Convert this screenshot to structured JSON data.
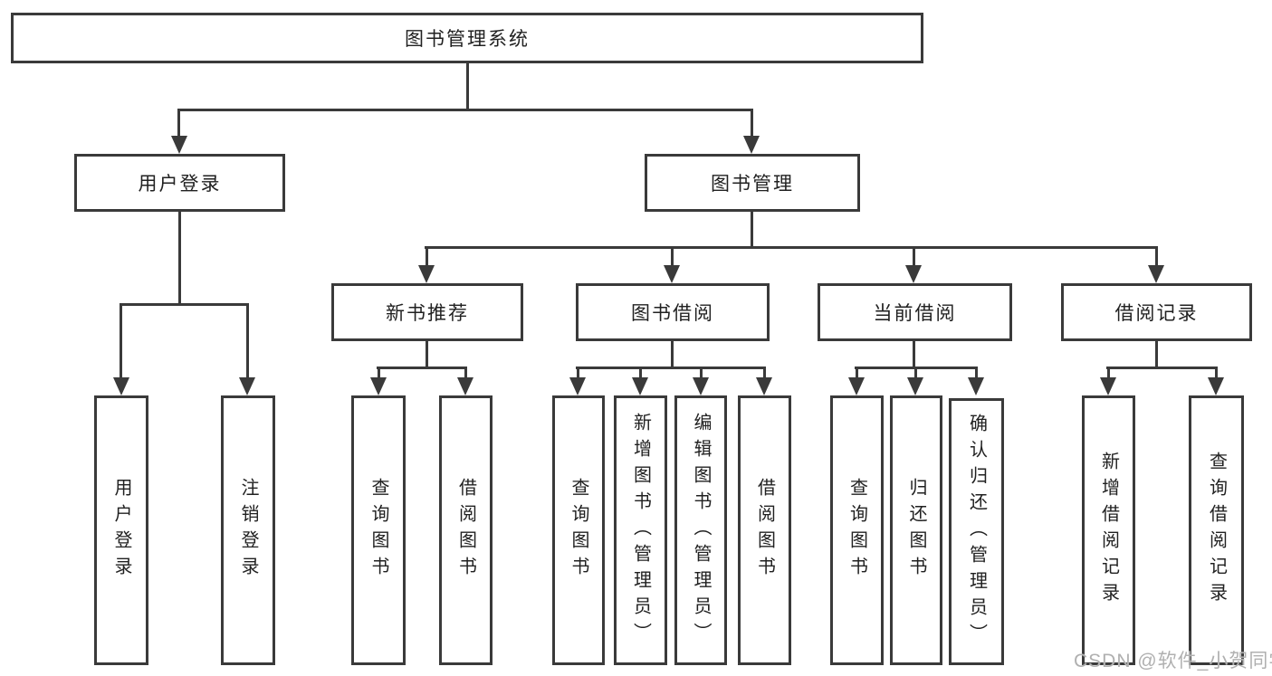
{
  "watermark": {
    "text": "CSDN @软件_小贺同学",
    "color": "#b0b0b0"
  },
  "style": {
    "line_color": "#3a3a3a",
    "box_fill": "#ffffff",
    "text_color": "#212121",
    "background": "#ffffff"
  },
  "tree": {
    "root": {
      "label": "图书管理系统"
    },
    "level2": [
      {
        "label": "用户登录"
      },
      {
        "label": "图书管理"
      }
    ],
    "level3": [
      {
        "label": "新书推荐",
        "parent": "图书管理"
      },
      {
        "label": "图书借阅",
        "parent": "图书管理"
      },
      {
        "label": "当前借阅",
        "parent": "图书管理"
      },
      {
        "label": "借阅记录",
        "parent": "图书管理"
      }
    ],
    "leaves": [
      {
        "label": "用户登录",
        "parent": "用户登录"
      },
      {
        "label": "注销登录",
        "parent": "用户登录"
      },
      {
        "label": "查询图书",
        "parent": "新书推荐"
      },
      {
        "label": "借阅图书",
        "parent": "新书推荐"
      },
      {
        "label": "查询图书",
        "parent": "图书借阅"
      },
      {
        "label": "新增图书（管理员）",
        "parent": "图书借阅"
      },
      {
        "label": "编辑图书（管理员）",
        "parent": "图书借阅"
      },
      {
        "label": "借阅图书",
        "parent": "图书借阅"
      },
      {
        "label": "查询图书",
        "parent": "当前借阅"
      },
      {
        "label": "归还图书",
        "parent": "当前借阅"
      },
      {
        "label": "确认归还（管理员）",
        "parent": "当前借阅"
      },
      {
        "label": "新增借阅记录",
        "parent": "借阅记录"
      },
      {
        "label": "查询借阅记录",
        "parent": "借阅记录"
      }
    ]
  }
}
